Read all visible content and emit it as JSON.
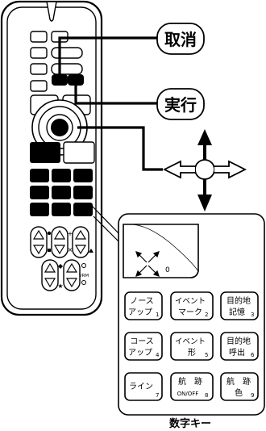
{
  "callouts": {
    "cancel": "取消",
    "execute": "実行"
  },
  "remote": {
    "vrm_label": "VRM"
  },
  "panel": {
    "zero_key_number": "0",
    "keys": [
      {
        "line1": "ノース",
        "line2": "アップ",
        "num": "1"
      },
      {
        "line1": "イベント",
        "line2": "マーク",
        "num": "2"
      },
      {
        "line1": "目的地",
        "line2": "記憶",
        "num": "3"
      },
      {
        "line1": "コース",
        "line2": "アップ",
        "num": "4"
      },
      {
        "line1": "イベント",
        "line2": "形",
        "num": "5"
      },
      {
        "line1": "目的地",
        "line2": "呼出",
        "num": "6"
      },
      {
        "line1": "ライン",
        "line2": "",
        "num": "7"
      },
      {
        "line1": "航　跡",
        "line2": "ON/OFF",
        "num": "8"
      },
      {
        "line1": "航　跡",
        "line2": "色",
        "num": "9"
      }
    ],
    "caption": "数字キー"
  },
  "icons": {
    "cross_arrows": "four-way-arrow-icon",
    "diagonal_arrows": "diagonal-arrows-icon"
  }
}
